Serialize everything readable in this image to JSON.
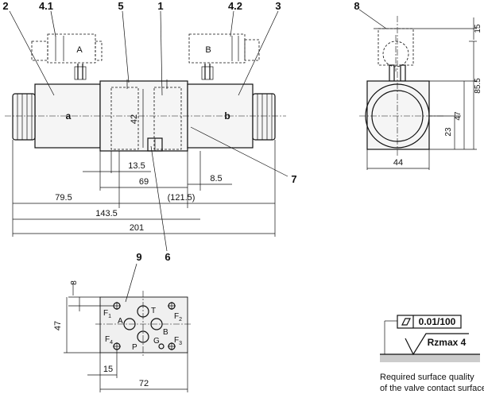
{
  "callouts": {
    "c1": "1",
    "c2": "2",
    "c3": "3",
    "c41": "4.1",
    "c42": "4.2",
    "c5": "5",
    "c6": "6",
    "c7": "7",
    "c8": "8",
    "c9": "9"
  },
  "labels": {
    "solenoid_a_letter": "a",
    "solenoid_b_letter": "b",
    "connector_a": "A",
    "connector_b": "B"
  },
  "dimensions": {
    "d42": "42",
    "d13_5": "13.5",
    "d69": "69",
    "d8_5": "8.5",
    "d79_5": "79.5",
    "d121_5": "(121.5)",
    "d143_5": "143.5",
    "d201": "201",
    "d15_side": "15",
    "d85_5": "85.5",
    "d47_side": "47",
    "d23": "23",
    "d44": "44",
    "d8_plate": "8",
    "d47_plate": "47",
    "d15_plate": "15",
    "d72": "72"
  },
  "ports": {
    "F1": "F",
    "F1_sub": "1",
    "F2": "F",
    "F2_sub": "2",
    "F3": "F",
    "F3_sub": "3",
    "F4": "F",
    "F4_sub": "4",
    "T": "T",
    "A": "A",
    "B": "B",
    "P": "P",
    "G": "G"
  },
  "surface": {
    "flatness": "0.01/100",
    "roughness": "Rzmax 4",
    "note_line1": "Required surface quality",
    "note_line2": "of the valve contact surface"
  }
}
